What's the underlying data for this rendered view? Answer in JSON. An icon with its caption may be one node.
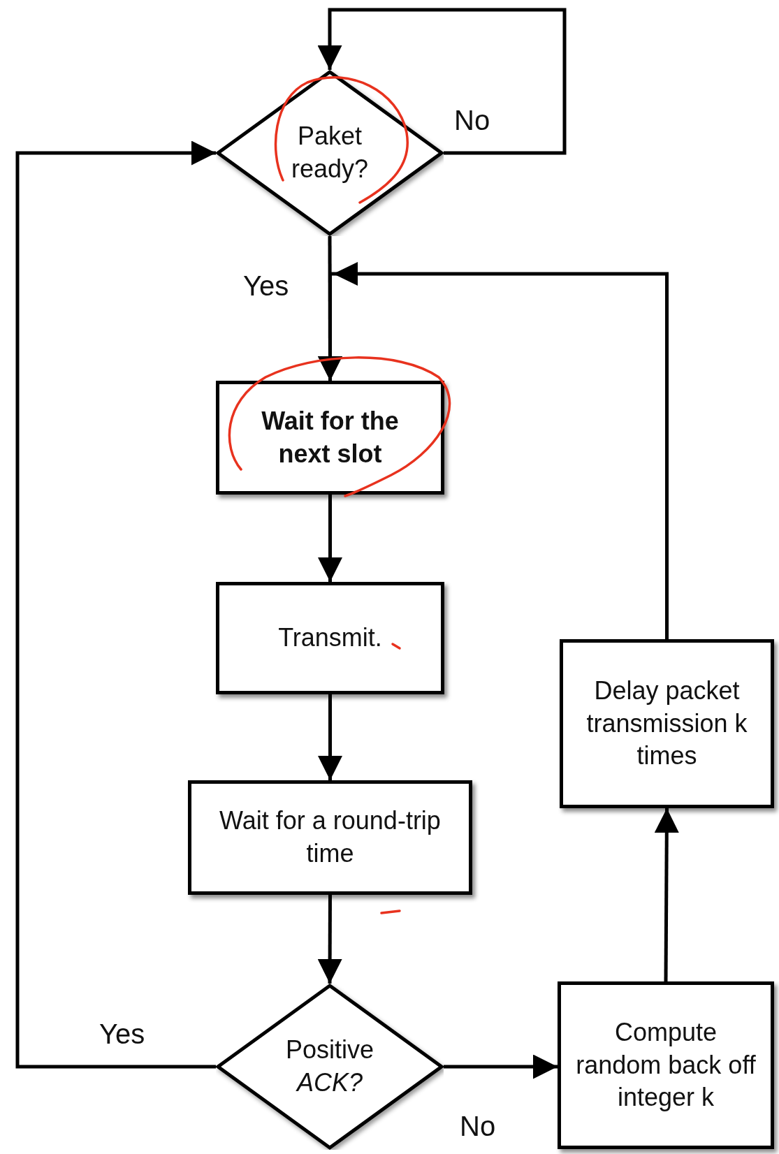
{
  "diagram": {
    "nodes": [
      {
        "text": [
          "Paket ready?"
        ]
      },
      {
        "text": [
          "Wait for the next slot"
        ]
      },
      {
        "text": [
          "Transmit."
        ]
      },
      {
        "text": [
          "Wait for a round-trip time"
        ]
      },
      {
        "text": [
          "Positive *ACK?*"
        ]
      },
      {
        "text": [
          "Compute random back off integer k"
        ]
      },
      {
        "text": [
          "Delay packet transmission k times"
        ]
      }
    ],
    "edges": [
      {
        "from": 0,
        "to": 0,
        "arrow": "to",
        "label": "No"
      },
      {
        "from": 0,
        "to": 1,
        "arrow": "to",
        "label": "Yes"
      },
      {
        "from": 1,
        "to": 2,
        "arrow": "to"
      },
      {
        "from": 2,
        "to": 3,
        "arrow": "to"
      },
      {
        "from": 3,
        "to": 4,
        "arrow": "to"
      },
      {
        "from": 4,
        "to": 0,
        "arrow": "to",
        "label": "Yes"
      },
      {
        "from": 4,
        "to": 5,
        "arrow": "to",
        "label": "No"
      },
      {
        "from": 5,
        "to": 6,
        "arrow": "to"
      },
      {
        "from": 6,
        "to": 1,
        "arrow": "to"
      }
    ]
  }
}
